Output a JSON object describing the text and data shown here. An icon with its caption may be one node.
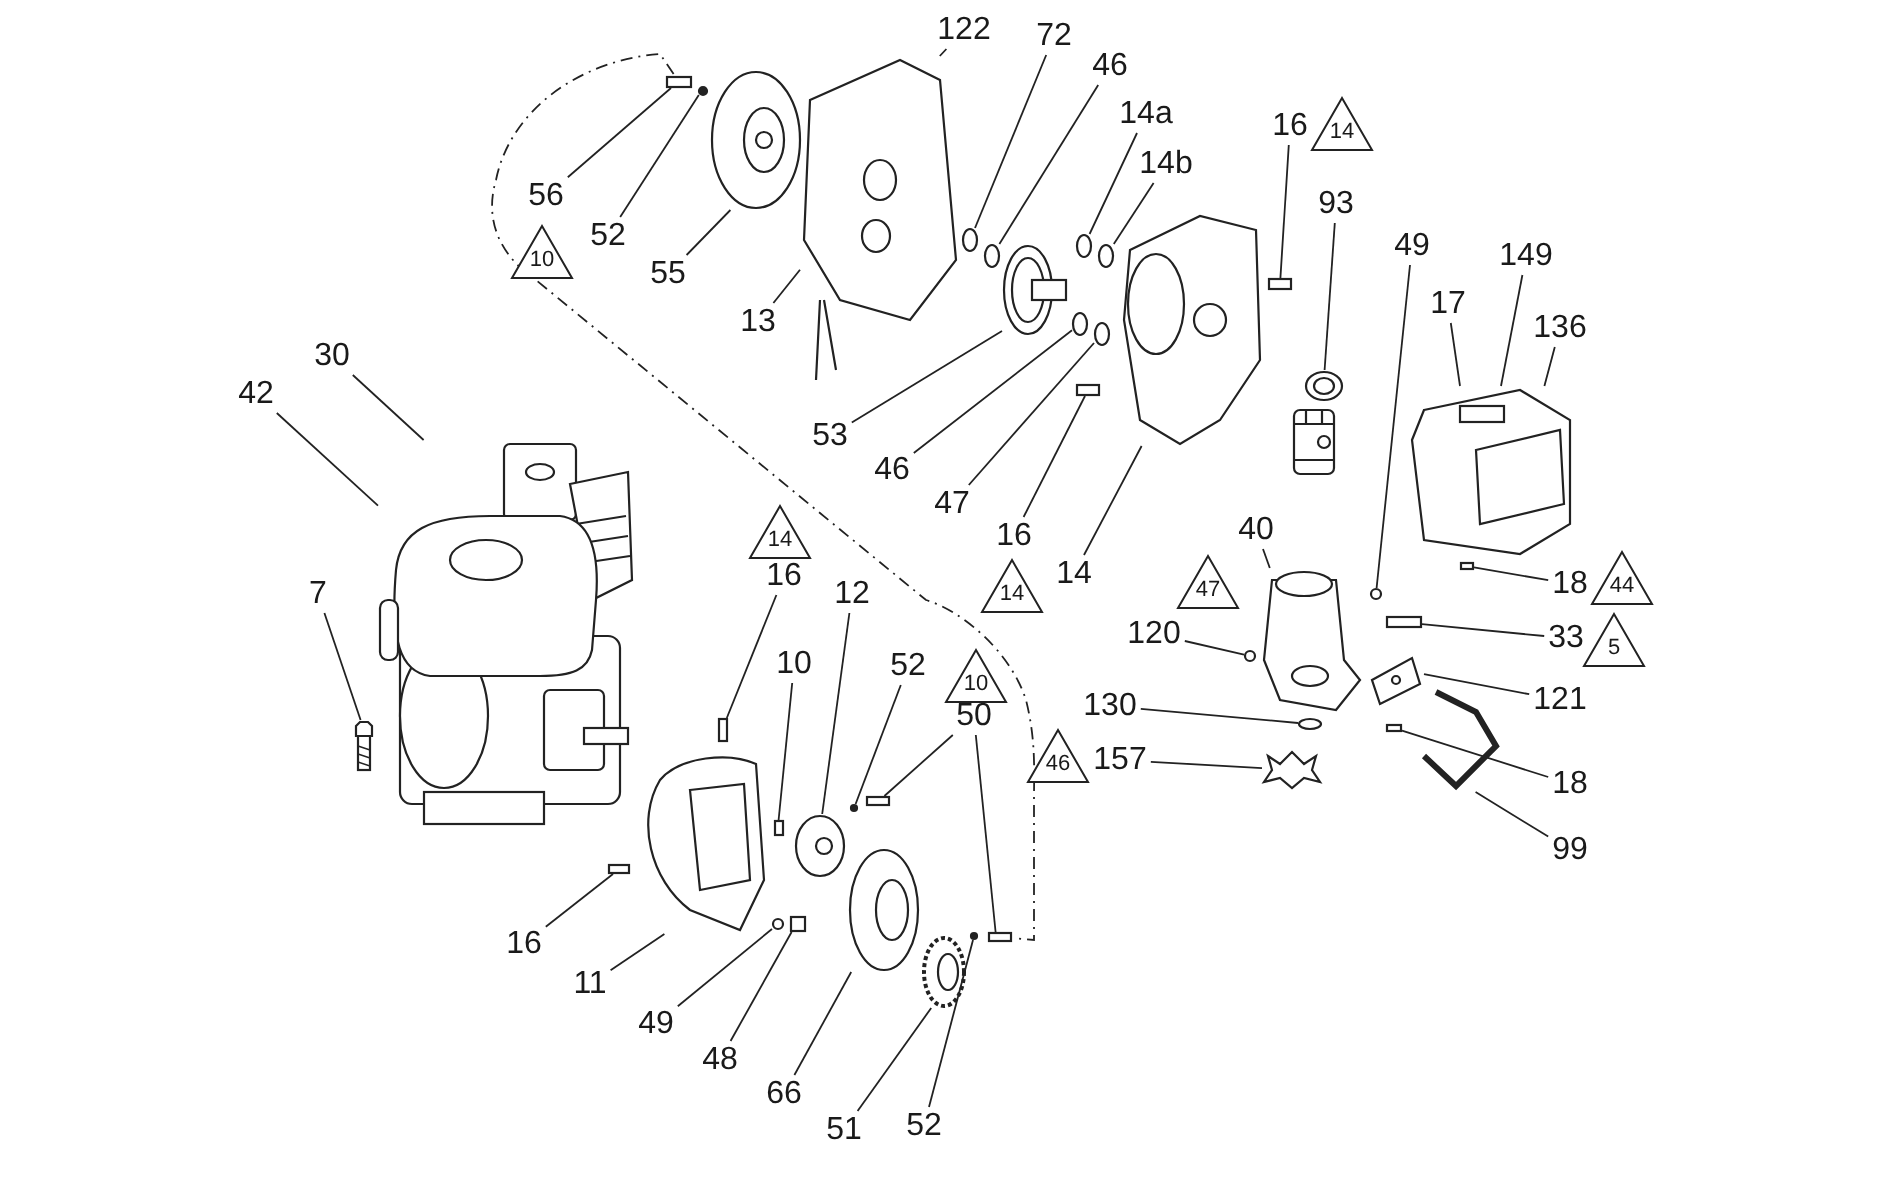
{
  "diagram": {
    "nodes": [
      {
        "text": [
          "122"
        ]
      },
      {
        "text": [
          "72"
        ]
      },
      {
        "text": [
          "46"
        ]
      },
      {
        "text": [
          "14a"
        ]
      },
      {
        "text": [
          "16"
        ]
      },
      {
        "text": [
          "14"
        ]
      },
      {
        "text": [
          "14b"
        ]
      },
      {
        "text": [
          "56"
        ]
      },
      {
        "text": [
          "93"
        ]
      },
      {
        "text": [
          "52"
        ]
      },
      {
        "text": [
          "49"
        ]
      },
      {
        "text": [
          "10"
        ]
      },
      {
        "text": [
          "149"
        ]
      },
      {
        "text": [
          "55"
        ]
      },
      {
        "text": [
          "17"
        ]
      },
      {
        "text": [
          "13"
        ]
      },
      {
        "text": [
          "136"
        ]
      },
      {
        "text": [
          "30"
        ]
      },
      {
        "text": [
          "42"
        ]
      },
      {
        "text": [
          "53"
        ]
      },
      {
        "text": [
          "46"
        ]
      },
      {
        "text": [
          "47"
        ]
      },
      {
        "text": [
          "14"
        ]
      },
      {
        "text": [
          "16"
        ]
      },
      {
        "text": [
          "40"
        ]
      },
      {
        "text": [
          "16"
        ]
      },
      {
        "text": [
          "14"
        ]
      },
      {
        "text": [
          "14"
        ]
      },
      {
        "text": [
          "47"
        ]
      },
      {
        "text": [
          "18"
        ]
      },
      {
        "text": [
          "44"
        ]
      },
      {
        "text": [
          "12"
        ]
      },
      {
        "text": [
          "7"
        ]
      },
      {
        "text": [
          "120"
        ]
      },
      {
        "text": [
          "33"
        ]
      },
      {
        "text": [
          "5"
        ]
      },
      {
        "text": [
          "10"
        ]
      },
      {
        "text": [
          "52"
        ]
      },
      {
        "text": [
          "10"
        ]
      },
      {
        "text": [
          "121"
        ]
      },
      {
        "text": [
          "130"
        ]
      },
      {
        "text": [
          "50"
        ]
      },
      {
        "text": [
          "46"
        ]
      },
      {
        "text": [
          "157"
        ]
      },
      {
        "text": [
          "18"
        ]
      },
      {
        "text": [
          "99"
        ]
      },
      {
        "text": [
          "16"
        ]
      },
      {
        "text": [
          "11"
        ]
      },
      {
        "text": [
          "49"
        ]
      },
      {
        "text": [
          "48"
        ]
      },
      {
        "text": [
          "66"
        ]
      },
      {
        "text": [
          "51"
        ]
      },
      {
        "text": [
          "52"
        ]
      },
      {
        "text": [],
        "shape": "box"
      },
      {
        "text": [],
        "shape": "circle"
      },
      {
        "text": [],
        "shape": "picture"
      },
      {
        "text": [],
        "shape": "picture"
      },
      {
        "text": [],
        "shape": "circle"
      },
      {
        "text": [],
        "shape": "circle"
      },
      {
        "text": [],
        "shape": "picture"
      },
      {
        "text": [],
        "shape": "circle"
      },
      {
        "text": [],
        "shape": "circle"
      },
      {
        "text": [],
        "shape": "circle"
      },
      {
        "text": [],
        "shape": "circle"
      },
      {
        "text": [],
        "shape": "box"
      },
      {
        "text": [],
        "shape": "picture"
      },
      {
        "text": [],
        "shape": "box"
      },
      {
        "text": [],
        "shape": "picture"
      },
      {
        "text": [],
        "shape": "picture"
      },
      {
        "text": [],
        "shape": "box"
      },
      {
        "text": [],
        "shape": "picture"
      },
      {
        "text": [],
        "shape": "circle"
      },
      {
        "text": [],
        "shape": "circle"
      },
      {
        "text": [],
        "shape": "box"
      },
      {
        "text": [],
        "shape": "picture"
      },
      {
        "text": [],
        "shape": "circle"
      },
      {
        "text": [],
        "shape": "picture"
      },
      {
        "text": [],
        "shape": "box"
      },
      {
        "text": [],
        "shape": "picture"
      },
      {
        "text": [],
        "shape": "picture"
      },
      {
        "text": [],
        "shape": "picture"
      },
      {
        "text": [],
        "shape": "box"
      },
      {
        "text": [],
        "shape": "picture"
      },
      {
        "text": [],
        "shape": "box"
      },
      {
        "text": [],
        "shape": "box"
      },
      {
        "text": [],
        "shape": "picture"
      },
      {
        "text": [],
        "shape": "circle"
      },
      {
        "text": [],
        "shape": "box"
      },
      {
        "text": [],
        "shape": "circle"
      },
      {
        "text": [],
        "shape": "box"
      },
      {
        "text": [],
        "shape": "picture"
      },
      {
        "text": [],
        "shape": "picture"
      },
      {
        "text": [],
        "shape": "circle"
      },
      {
        "text": [],
        "shape": "box"
      }
    ],
    "edges": [
      {
        "from": 0,
        "to": 56,
        "arrow": "none"
      },
      {
        "from": 1,
        "to": 57,
        "arrow": "none"
      },
      {
        "from": 2,
        "to": 58,
        "arrow": "none"
      },
      {
        "from": 3,
        "to": 60,
        "arrow": "none"
      },
      {
        "from": 4,
        "to": 66,
        "arrow": "none"
      },
      {
        "from": 6,
        "to": 61,
        "arrow": "none"
      },
      {
        "from": 7,
        "to": 53,
        "arrow": "none"
      },
      {
        "from": 8,
        "to": 67,
        "arrow": "none"
      },
      {
        "from": 9,
        "to": 54,
        "arrow": "none"
      },
      {
        "from": 10,
        "to": 72,
        "arrow": "none"
      },
      {
        "from": 12,
        "to": 68,
        "arrow": "none"
      },
      {
        "from": 13,
        "to": 55,
        "arrow": "none"
      },
      {
        "from": 14,
        "to": 68,
        "arrow": "none"
      },
      {
        "from": 15,
        "to": 56,
        "arrow": "none"
      },
      {
        "from": 16,
        "to": 68,
        "arrow": "none"
      },
      {
        "from": 17,
        "to": 79,
        "arrow": "none"
      },
      {
        "from": 18,
        "to": 79,
        "arrow": "none"
      },
      {
        "from": 19,
        "to": 59,
        "arrow": "none"
      },
      {
        "from": 20,
        "to": 62,
        "arrow": "none"
      },
      {
        "from": 21,
        "to": 63,
        "arrow": "none"
      },
      {
        "from": 23,
        "to": 64,
        "arrow": "none"
      },
      {
        "from": 24,
        "to": 70,
        "arrow": "none"
      },
      {
        "from": 25,
        "to": 81,
        "arrow": "none"
      },
      {
        "from": 27,
        "to": 65,
        "arrow": "none"
      },
      {
        "from": 29,
        "to": 69,
        "arrow": "none"
      },
      {
        "from": 31,
        "to": 85,
        "arrow": "none"
      },
      {
        "from": 32,
        "to": 80,
        "arrow": "none"
      },
      {
        "from": 33,
        "to": 71,
        "arrow": "none"
      },
      {
        "from": 34,
        "to": 73,
        "arrow": "none"
      },
      {
        "from": 36,
        "to": 84,
        "arrow": "none"
      },
      {
        "from": 37,
        "to": 86,
        "arrow": "none"
      },
      {
        "from": 39,
        "to": 74,
        "arrow": "none"
      },
      {
        "from": 40,
        "to": 75,
        "arrow": "none"
      },
      {
        "from": 41,
        "to": 87,
        "arrow": "none"
      },
      {
        "from": 41,
        "to": 93,
        "arrow": "none"
      },
      {
        "from": 43,
        "to": 76,
        "arrow": "none"
      },
      {
        "from": 44,
        "to": 77,
        "arrow": "none"
      },
      {
        "from": 45,
        "to": 78,
        "arrow": "none"
      },
      {
        "from": 46,
        "to": 83,
        "arrow": "none"
      },
      {
        "from": 47,
        "to": 82,
        "arrow": "none"
      },
      {
        "from": 48,
        "to": 88,
        "arrow": "none"
      },
      {
        "from": 49,
        "to": 89,
        "arrow": "none"
      },
      {
        "from": 50,
        "to": 90,
        "arrow": "none"
      },
      {
        "from": 51,
        "to": 91,
        "arrow": "none"
      },
      {
        "from": 52,
        "to": 92,
        "arrow": "none"
      },
      {
        "from": 53,
        "to": 93,
        "arrow": "none",
        "style": "dashed"
      }
    ]
  }
}
